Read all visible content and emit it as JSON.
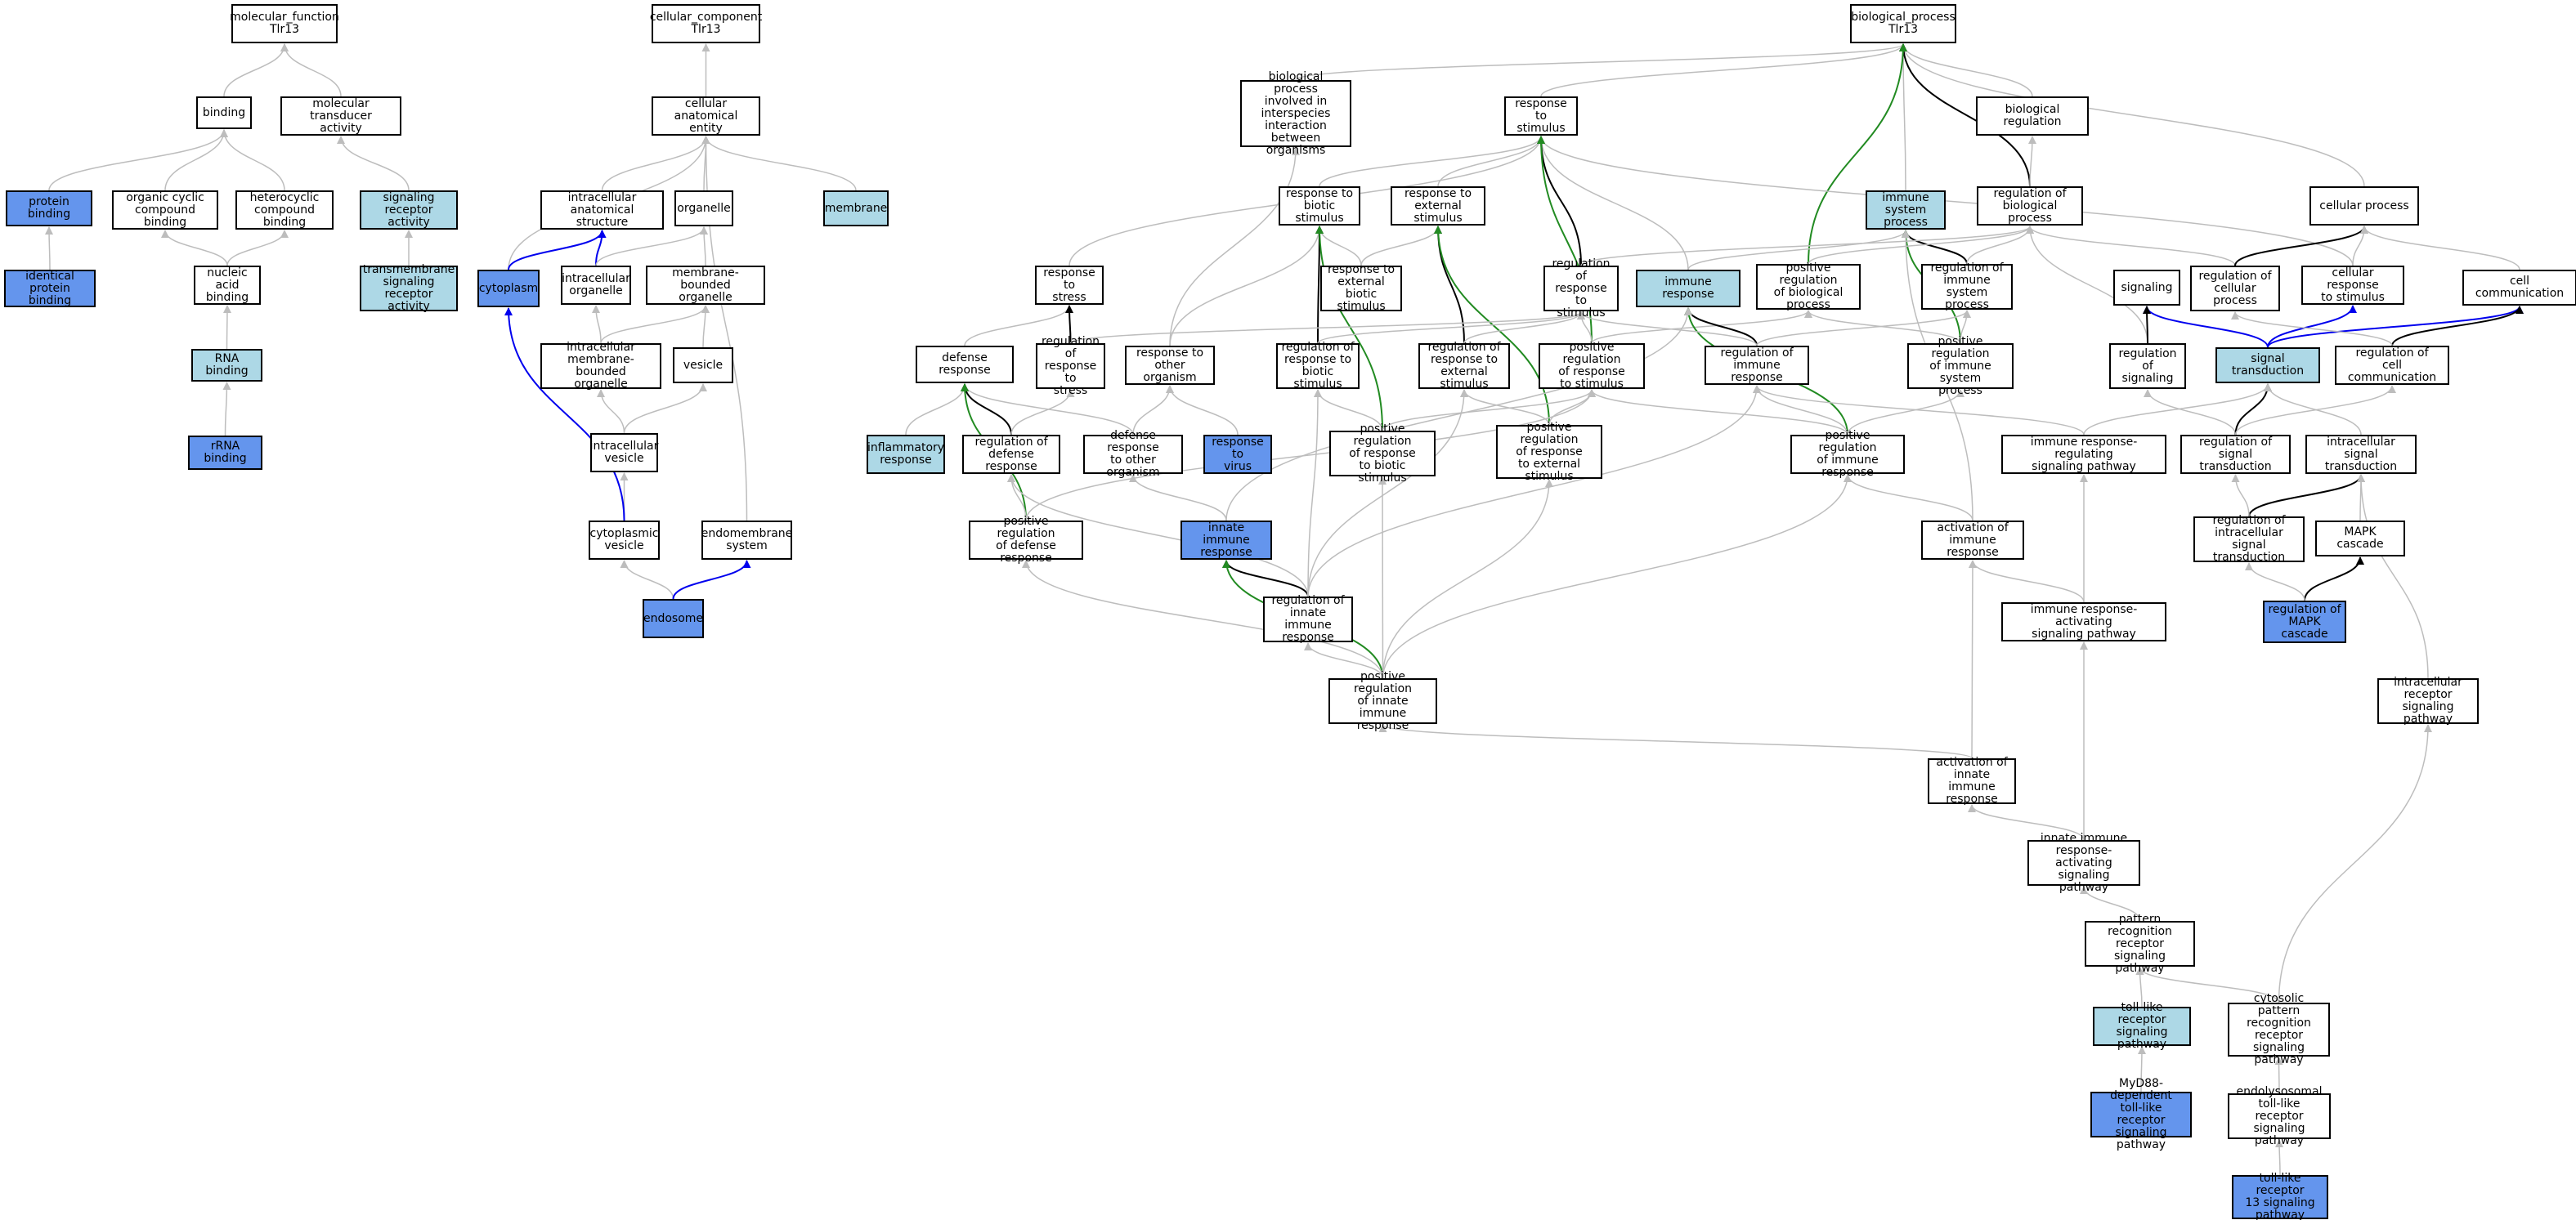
{
  "colors": {
    "light": "#add8e6",
    "dark": "#6495ed",
    "edge_gray": "#bdbdbd",
    "edge_black": "#000000",
    "edge_blue": "#0000ee",
    "edge_green": "#228b22"
  },
  "nodes": [
    {
      "id": "mf",
      "label": "molecular_function\nTlr13",
      "fill": "none"
    },
    {
      "id": "binding",
      "label": "binding",
      "fill": "none"
    },
    {
      "id": "mta",
      "label": "molecular transducer\nactivity",
      "fill": "none"
    },
    {
      "id": "pb",
      "label": "protein binding",
      "fill": "dark"
    },
    {
      "id": "occb",
      "label": "organic cyclic\ncompound binding",
      "fill": "none"
    },
    {
      "id": "hcb",
      "label": "heterocyclic\ncompound binding",
      "fill": "none"
    },
    {
      "id": "sra",
      "label": "signaling receptor\nactivity",
      "fill": "light"
    },
    {
      "id": "ipb",
      "label": "identical protein\nbinding",
      "fill": "dark"
    },
    {
      "id": "nab",
      "label": "nucleic acid\nbinding",
      "fill": "none"
    },
    {
      "id": "tsra",
      "label": "transmembrane\nsignaling receptor\nactivity",
      "fill": "light"
    },
    {
      "id": "rnab",
      "label": "RNA binding",
      "fill": "light"
    },
    {
      "id": "rrnab",
      "label": "rRNA binding",
      "fill": "dark"
    },
    {
      "id": "cc",
      "label": "cellular_component\nTlr13",
      "fill": "none"
    },
    {
      "id": "cae",
      "label": "cellular anatomical\nentity",
      "fill": "none"
    },
    {
      "id": "ias",
      "label": "intracellular\nanatomical structure",
      "fill": "none"
    },
    {
      "id": "organelle",
      "label": "organelle",
      "fill": "none"
    },
    {
      "id": "membrane",
      "label": "membrane",
      "fill": "light"
    },
    {
      "id": "cytoplasm",
      "label": "cytoplasm",
      "fill": "dark"
    },
    {
      "id": "io",
      "label": "intracellular\norganelle",
      "fill": "none"
    },
    {
      "id": "mbo",
      "label": "membrane-bounded\norganelle",
      "fill": "none"
    },
    {
      "id": "imbo",
      "label": "intracellular\nmembrane-bounded\norganelle",
      "fill": "none"
    },
    {
      "id": "vesicle",
      "label": "vesicle",
      "fill": "none"
    },
    {
      "id": "iv",
      "label": "intracellular\nvesicle",
      "fill": "none"
    },
    {
      "id": "cv",
      "label": "cytoplasmic\nvesicle",
      "fill": "none"
    },
    {
      "id": "ems",
      "label": "endomembrane\nsystem",
      "fill": "none"
    },
    {
      "id": "endosome",
      "label": "endosome",
      "fill": "dark"
    },
    {
      "id": "bp",
      "label": "biological_process\nTlr13",
      "fill": "none"
    },
    {
      "id": "bpii",
      "label": "biological process\ninvolved in\ninterspecies\ninteraction\nbetween organisms",
      "fill": "none"
    },
    {
      "id": "rts",
      "label": "response to\nstimulus",
      "fill": "none"
    },
    {
      "id": "breg",
      "label": "biological regulation",
      "fill": "none"
    },
    {
      "id": "rtbs",
      "label": "response to\nbiotic stimulus",
      "fill": "none"
    },
    {
      "id": "rtes",
      "label": "response to\nexternal stimulus",
      "fill": "none"
    },
    {
      "id": "isp",
      "label": "immune system\nprocess",
      "fill": "light"
    },
    {
      "id": "rbp",
      "label": "regulation of\nbiological process",
      "fill": "none"
    },
    {
      "id": "cp",
      "label": "cellular process",
      "fill": "none"
    },
    {
      "id": "rtstress",
      "label": "response to\nstress",
      "fill": "none"
    },
    {
      "id": "rtebs",
      "label": "response to\nexternal biotic\nstimulus",
      "fill": "none"
    },
    {
      "id": "rrts",
      "label": "regulation of\nresponse to\nstimulus",
      "fill": "none"
    },
    {
      "id": "ir",
      "label": "immune response",
      "fill": "light"
    },
    {
      "id": "prbp",
      "label": "positive regulation\nof biological\nprocess",
      "fill": "none"
    },
    {
      "id": "risp",
      "label": "regulation of\nimmune system\nprocess",
      "fill": "none"
    },
    {
      "id": "signaling",
      "label": "signaling",
      "fill": "none"
    },
    {
      "id": "rcp",
      "label": "regulation of\ncellular process",
      "fill": "none"
    },
    {
      "id": "crts",
      "label": "cellular response\nto stimulus",
      "fill": "none"
    },
    {
      "id": "cellcomm",
      "label": "cell communication",
      "fill": "none"
    },
    {
      "id": "dr",
      "label": "defense response",
      "fill": "none"
    },
    {
      "id": "rrtstress",
      "label": "regulation of\nresponse to\nstress",
      "fill": "none"
    },
    {
      "id": "rtoo",
      "label": "response to\nother organism",
      "fill": "none"
    },
    {
      "id": "rrtbs",
      "label": "regulation of\nresponse to\nbiotic stimulus",
      "fill": "none"
    },
    {
      "id": "rrtes",
      "label": "regulation of\nresponse to\nexternal stimulus",
      "fill": "none"
    },
    {
      "id": "prrts",
      "label": "positive regulation\nof response\nto stimulus",
      "fill": "none"
    },
    {
      "id": "rir",
      "label": "regulation of\nimmune response",
      "fill": "none"
    },
    {
      "id": "prisp",
      "label": "positive regulation\nof immune system\nprocess",
      "fill": "none"
    },
    {
      "id": "ros",
      "label": "regulation of\nsignaling",
      "fill": "none"
    },
    {
      "id": "st",
      "label": "signal transduction",
      "fill": "light"
    },
    {
      "id": "rcc",
      "label": "regulation of\ncell communication",
      "fill": "none"
    },
    {
      "id": "inflam",
      "label": "inflammatory\nresponse",
      "fill": "light"
    },
    {
      "id": "rdr",
      "label": "regulation of\ndefense response",
      "fill": "none"
    },
    {
      "id": "drtoo",
      "label": "defense response\nto other organism",
      "fill": "none"
    },
    {
      "id": "rtv",
      "label": "response to\nvirus",
      "fill": "dark"
    },
    {
      "id": "prrtbs",
      "label": "positive regulation\nof response\nto biotic stimulus",
      "fill": "none"
    },
    {
      "id": "prrtes",
      "label": "positive regulation\nof response\nto external\nstimulus",
      "fill": "none"
    },
    {
      "id": "prir",
      "label": "positive regulation\nof immune response",
      "fill": "none"
    },
    {
      "id": "irrsp",
      "label": "immune response-regulating\nsignaling pathway",
      "fill": "none"
    },
    {
      "id": "rst",
      "label": "regulation of\nsignal transduction",
      "fill": "none"
    },
    {
      "id": "ist",
      "label": "intracellular\nsignal transduction",
      "fill": "none"
    },
    {
      "id": "prdr",
      "label": "positive regulation\nof defense response",
      "fill": "none"
    },
    {
      "id": "iir",
      "label": "innate immune\nresponse",
      "fill": "dark"
    },
    {
      "id": "aoir",
      "label": "activation of\nimmune response",
      "fill": "none"
    },
    {
      "id": "rist",
      "label": "regulation of\nintracellular\nsignal transduction",
      "fill": "none"
    },
    {
      "id": "mapkc",
      "label": "MAPK cascade",
      "fill": "none"
    },
    {
      "id": "riir",
      "label": "regulation of\ninnate immune\nresponse",
      "fill": "none"
    },
    {
      "id": "irasp",
      "label": "immune response-activating\nsignaling pathway",
      "fill": "none"
    },
    {
      "id": "rmapk",
      "label": "regulation of\nMAPK cascade",
      "fill": "dark"
    },
    {
      "id": "priir",
      "label": "positive regulation\nof innate immune\nresponse",
      "fill": "none"
    },
    {
      "id": "irsp",
      "label": "intracellular\nreceptor signaling\npathway",
      "fill": "none"
    },
    {
      "id": "aoiir",
      "label": "activation of\ninnate immune\nresponse",
      "fill": "none"
    },
    {
      "id": "iirasp",
      "label": "innate immune\nresponse-activating\nsignaling pathway",
      "fill": "none"
    },
    {
      "id": "prrsp",
      "label": "pattern recognition\nreceptor signaling\npathway",
      "fill": "none"
    },
    {
      "id": "tlrsp",
      "label": "toll-like receptor\nsignaling pathway",
      "fill": "light"
    },
    {
      "id": "cprrsp",
      "label": "cytosolic pattern\nrecognition\nreceptor signaling\npathway",
      "fill": "none"
    },
    {
      "id": "myd88",
      "label": "MyD88-dependent\ntoll-like receptor\nsignaling pathway",
      "fill": "dark"
    },
    {
      "id": "etlrsp",
      "label": "endolysosomal\ntoll-like receptor\nsignaling pathway",
      "fill": "none"
    },
    {
      "id": "tlr13",
      "label": "toll-like receptor\n13 signaling\npathway",
      "fill": "dark"
    }
  ],
  "edges": [
    {
      "from": "binding",
      "to": "mf",
      "color": "gray"
    },
    {
      "from": "mta",
      "to": "mf",
      "color": "gray"
    },
    {
      "from": "pb",
      "to": "binding",
      "color": "gray"
    },
    {
      "from": "occb",
      "to": "binding",
      "color": "gray"
    },
    {
      "from": "hcb",
      "to": "binding",
      "color": "gray"
    },
    {
      "from": "sra",
      "to": "mta",
      "color": "gray"
    },
    {
      "from": "ipb",
      "to": "pb",
      "color": "gray"
    },
    {
      "from": "nab",
      "to": "occb",
      "color": "gray"
    },
    {
      "from": "nab",
      "to": "hcb",
      "color": "gray"
    },
    {
      "from": "tsra",
      "to": "sra",
      "color": "gray"
    },
    {
      "from": "rnab",
      "to": "nab",
      "color": "gray"
    },
    {
      "from": "rrnab",
      "to": "rnab",
      "color": "gray"
    },
    {
      "from": "cae",
      "to": "cc",
      "color": "gray"
    },
    {
      "from": "ias",
      "to": "cae",
      "color": "gray"
    },
    {
      "from": "organelle",
      "to": "cae",
      "color": "gray"
    },
    {
      "from": "membrane",
      "to": "cae",
      "color": "gray"
    },
    {
      "from": "cytoplasm",
      "to": "cae",
      "color": "gray"
    },
    {
      "from": "ems",
      "to": "cae",
      "color": "gray"
    },
    {
      "from": "cytoplasm",
      "to": "ias",
      "color": "blue"
    },
    {
      "from": "io",
      "to": "ias",
      "color": "blue"
    },
    {
      "from": "io",
      "to": "organelle",
      "color": "gray"
    },
    {
      "from": "mbo",
      "to": "organelle",
      "color": "gray"
    },
    {
      "from": "imbo",
      "to": "io",
      "color": "gray"
    },
    {
      "from": "imbo",
      "to": "mbo",
      "color": "gray"
    },
    {
      "from": "vesicle",
      "to": "mbo",
      "color": "gray"
    },
    {
      "from": "iv",
      "to": "imbo",
      "color": "gray"
    },
    {
      "from": "iv",
      "to": "vesicle",
      "color": "gray"
    },
    {
      "from": "cv",
      "to": "iv",
      "color": "gray"
    },
    {
      "from": "cv",
      "to": "cytoplasm",
      "color": "blue"
    },
    {
      "from": "endosome",
      "to": "cv",
      "color": "gray"
    },
    {
      "from": "endosome",
      "to": "ems",
      "color": "blue"
    },
    {
      "from": "bpii",
      "to": "bp",
      "color": "gray"
    },
    {
      "from": "rts",
      "to": "bp",
      "color": "gray"
    },
    {
      "from": "breg",
      "to": "bp",
      "color": "gray"
    },
    {
      "from": "isp",
      "to": "bp",
      "color": "gray"
    },
    {
      "from": "cp",
      "to": "bp",
      "color": "gray"
    },
    {
      "from": "rbp",
      "to": "bp",
      "color": "black"
    },
    {
      "from": "prbp",
      "to": "bp",
      "color": "green"
    },
    {
      "from": "rbp",
      "to": "breg",
      "color": "gray"
    },
    {
      "from": "rtbs",
      "to": "rts",
      "color": "gray"
    },
    {
      "from": "rtes",
      "to": "rts",
      "color": "gray"
    },
    {
      "from": "rtstress",
      "to": "rts",
      "color": "gray"
    },
    {
      "from": "ir",
      "to": "rts",
      "color": "gray"
    },
    {
      "from": "crts",
      "to": "rts",
      "color": "gray"
    },
    {
      "from": "rrts",
      "to": "rts",
      "color": "black"
    },
    {
      "from": "prrts",
      "to": "rts",
      "color": "green"
    },
    {
      "from": "rtebs",
      "to": "rtbs",
      "color": "gray"
    },
    {
      "from": "rtebs",
      "to": "rtes",
      "color": "gray"
    },
    {
      "from": "rtoo",
      "to": "rtbs",
      "color": "gray"
    },
    {
      "from": "rtoo",
      "to": "bpii",
      "color": "gray"
    },
    {
      "from": "rrtbs",
      "to": "rtbs",
      "color": "black"
    },
    {
      "from": "prrtbs",
      "to": "rtbs",
      "color": "green"
    },
    {
      "from": "rrtes",
      "to": "rtes",
      "color": "black"
    },
    {
      "from": "prrtes",
      "to": "rtes",
      "color": "green"
    },
    {
      "from": "ir",
      "to": "isp",
      "color": "gray"
    },
    {
      "from": "risp",
      "to": "isp",
      "color": "black"
    },
    {
      "from": "prisp",
      "to": "isp",
      "color": "green"
    },
    {
      "from": "rrts",
      "to": "rbp",
      "color": "gray"
    },
    {
      "from": "prbp",
      "to": "rbp",
      "color": "gray"
    },
    {
      "from": "risp",
      "to": "rbp",
      "color": "gray"
    },
    {
      "from": "rcp",
      "to": "rbp",
      "color": "gray"
    },
    {
      "from": "ros",
      "to": "rbp",
      "color": "gray"
    },
    {
      "from": "rcp",
      "to": "cp",
      "color": "black"
    },
    {
      "from": "crts",
      "to": "cp",
      "color": "gray"
    },
    {
      "from": "cellcomm",
      "to": "cp",
      "color": "gray"
    },
    {
      "from": "dr",
      "to": "rtstress",
      "color": "gray"
    },
    {
      "from": "rrtstress",
      "to": "rtstress",
      "color": "black"
    },
    {
      "from": "prrts",
      "to": "prbp",
      "color": "gray"
    },
    {
      "from": "prisp",
      "to": "risp",
      "color": "gray"
    },
    {
      "from": "prisp",
      "to": "prbp",
      "color": "gray"
    },
    {
      "from": "st",
      "to": "signaling",
      "color": "blue"
    },
    {
      "from": "st",
      "to": "crts",
      "color": "blue"
    },
    {
      "from": "st",
      "to": "cellcomm",
      "color": "blue"
    },
    {
      "from": "ros",
      "to": "signaling",
      "color": "black"
    },
    {
      "from": "rcc",
      "to": "cellcomm",
      "color": "black"
    },
    {
      "from": "rcc",
      "to": "rcp",
      "color": "gray"
    },
    {
      "from": "inflam",
      "to": "dr",
      "color": "gray"
    },
    {
      "from": "drtoo",
      "to": "dr",
      "color": "gray"
    },
    {
      "from": "rdr",
      "to": "dr",
      "color": "black"
    },
    {
      "from": "prdr",
      "to": "dr",
      "color": "green"
    },
    {
      "from": "rdr",
      "to": "rrtstress",
      "color": "gray"
    },
    {
      "from": "rrtstress",
      "to": "rrts",
      "color": "gray"
    },
    {
      "from": "drtoo",
      "to": "rtoo",
      "color": "gray"
    },
    {
      "from": "rtv",
      "to": "rtoo",
      "color": "gray"
    },
    {
      "from": "rrtbs",
      "to": "rrts",
      "color": "gray"
    },
    {
      "from": "rrtes",
      "to": "rrts",
      "color": "gray"
    },
    {
      "from": "prrts",
      "to": "rrts",
      "color": "gray"
    },
    {
      "from": "rir",
      "to": "ir",
      "color": "black"
    },
    {
      "from": "prir",
      "to": "ir",
      "color": "green"
    },
    {
      "from": "rir",
      "to": "rrts",
      "color": "gray"
    },
    {
      "from": "rir",
      "to": "risp",
      "color": "gray"
    },
    {
      "from": "rst",
      "to": "ros",
      "color": "gray"
    },
    {
      "from": "rst",
      "to": "st",
      "color": "black"
    },
    {
      "from": "ist",
      "to": "st",
      "color": "gray"
    },
    {
      "from": "irrsp",
      "to": "st",
      "color": "gray"
    },
    {
      "from": "rst",
      "to": "rcc",
      "color": "gray"
    },
    {
      "from": "prrtbs",
      "to": "rrtbs",
      "color": "gray"
    },
    {
      "from": "prrtbs",
      "to": "prrts",
      "color": "gray"
    },
    {
      "from": "prrtes",
      "to": "rrtes",
      "color": "gray"
    },
    {
      "from": "prrtes",
      "to": "prrts",
      "color": "gray"
    },
    {
      "from": "prir",
      "to": "rir",
      "color": "gray"
    },
    {
      "from": "prir",
      "to": "prrts",
      "color": "gray"
    },
    {
      "from": "prir",
      "to": "prisp",
      "color": "gray"
    },
    {
      "from": "irrsp",
      "to": "rir",
      "color": "gray"
    },
    {
      "from": "rist",
      "to": "ist",
      "color": "black"
    },
    {
      "from": "rist",
      "to": "rst",
      "color": "gray"
    },
    {
      "from": "mapkc",
      "to": "ist",
      "color": "gray"
    },
    {
      "from": "prdr",
      "to": "rdr",
      "color": "gray"
    },
    {
      "from": "prdr",
      "to": "prrts",
      "color": "gray"
    },
    {
      "from": "iir",
      "to": "drtoo",
      "color": "gray"
    },
    {
      "from": "iir",
      "to": "ir",
      "color": "gray"
    },
    {
      "from": "aoir",
      "to": "prir",
      "color": "gray"
    },
    {
      "from": "aoir",
      "to": "isp",
      "color": "gray"
    },
    {
      "from": "riir",
      "to": "iir",
      "color": "black"
    },
    {
      "from": "priir",
      "to": "iir",
      "color": "green"
    },
    {
      "from": "riir",
      "to": "rdr",
      "color": "gray"
    },
    {
      "from": "riir",
      "to": "rir",
      "color": "gray"
    },
    {
      "from": "riir",
      "to": "rrtbs",
      "color": "gray"
    },
    {
      "from": "riir",
      "to": "rrtes",
      "color": "gray"
    },
    {
      "from": "rmapk",
      "to": "mapkc",
      "color": "black"
    },
    {
      "from": "rmapk",
      "to": "rist",
      "color": "gray"
    },
    {
      "from": "irasp",
      "to": "irrsp",
      "color": "gray"
    },
    {
      "from": "irasp",
      "to": "aoir",
      "color": "gray"
    },
    {
      "from": "priir",
      "to": "riir",
      "color": "gray"
    },
    {
      "from": "priir",
      "to": "prdr",
      "color": "gray"
    },
    {
      "from": "priir",
      "to": "prir",
      "color": "gray"
    },
    {
      "from": "priir",
      "to": "prrtbs",
      "color": "gray"
    },
    {
      "from": "priir",
      "to": "prrtes",
      "color": "gray"
    },
    {
      "from": "irsp",
      "to": "ist",
      "color": "gray"
    },
    {
      "from": "aoiir",
      "to": "priir",
      "color": "gray"
    },
    {
      "from": "aoiir",
      "to": "aoir",
      "color": "gray"
    },
    {
      "from": "iirasp",
      "to": "aoiir",
      "color": "gray"
    },
    {
      "from": "iirasp",
      "to": "irasp",
      "color": "gray"
    },
    {
      "from": "prrsp",
      "to": "iirasp",
      "color": "gray"
    },
    {
      "from": "tlrsp",
      "to": "prrsp",
      "color": "gray"
    },
    {
      "from": "cprrsp",
      "to": "prrsp",
      "color": "gray"
    },
    {
      "from": "cprrsp",
      "to": "irsp",
      "color": "gray"
    },
    {
      "from": "myd88",
      "to": "tlrsp",
      "color": "gray"
    },
    {
      "from": "etlrsp",
      "to": "cprrsp",
      "color": "gray"
    },
    {
      "from": "tlr13",
      "to": "etlrsp",
      "color": "gray"
    }
  ]
}
